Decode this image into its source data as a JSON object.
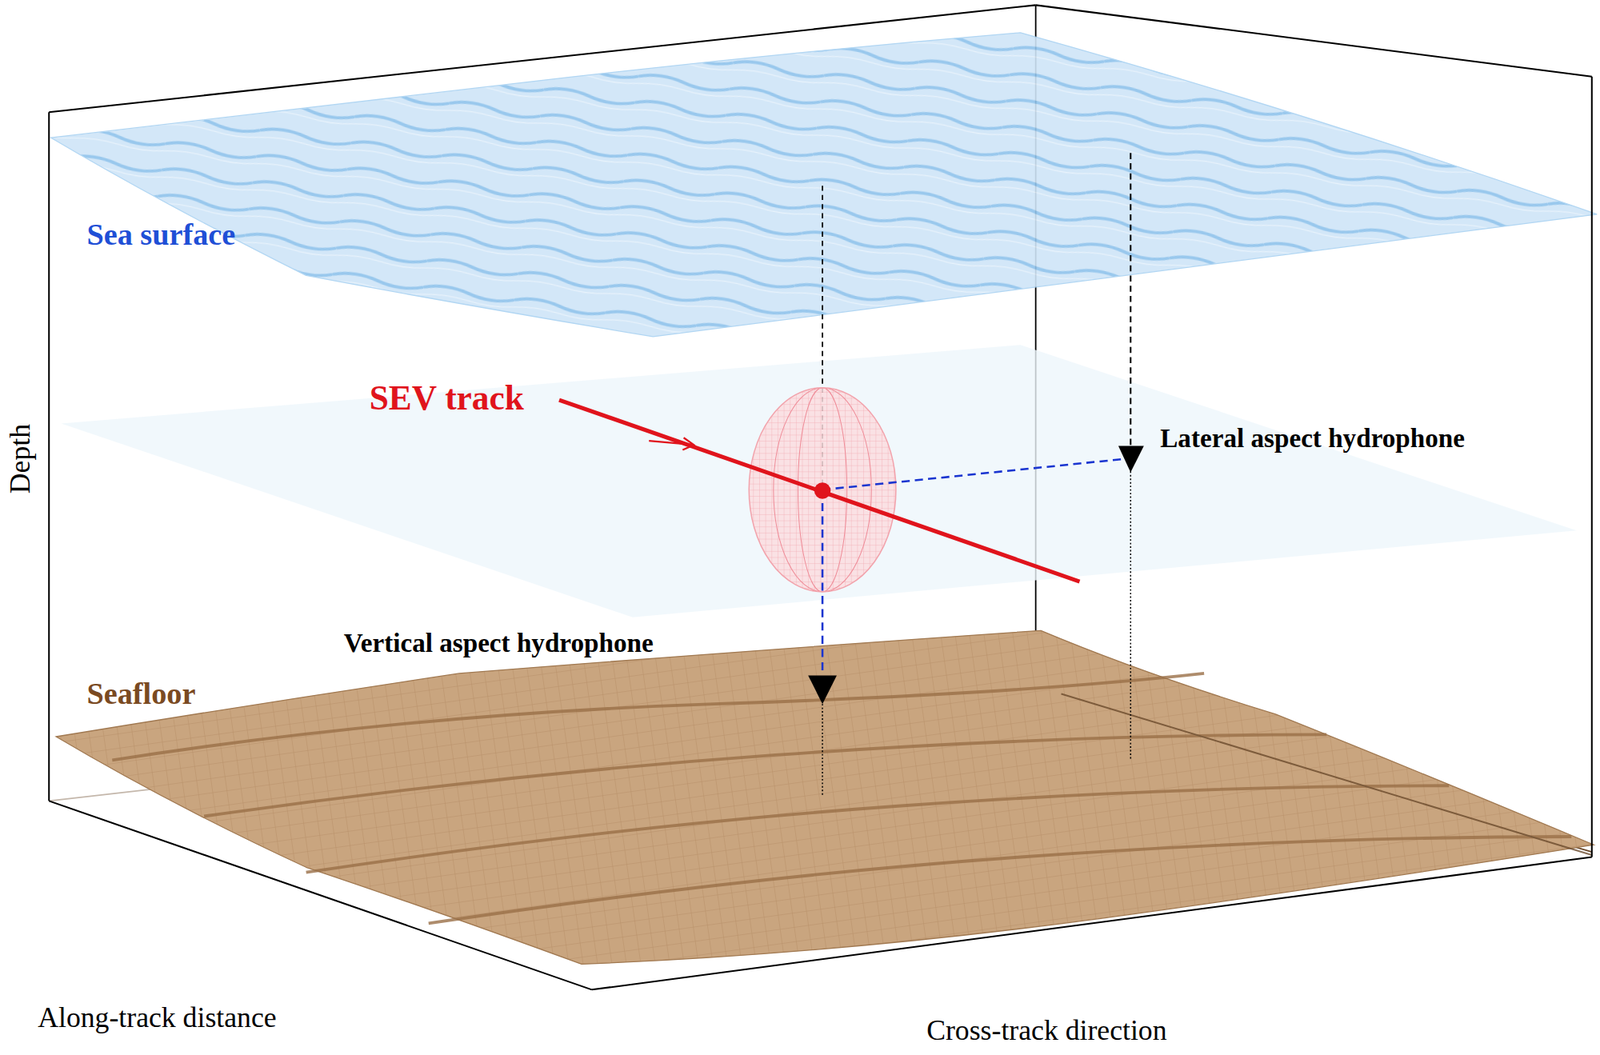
{
  "diagram": {
    "labels": [
      "Sea surface",
      "SEV track",
      "Lateral aspect hydrophone",
      "Vertical aspect hydrophone",
      "Seafloor",
      "Depth",
      "Along-track distance",
      "Cross-track direction"
    ]
  }
}
